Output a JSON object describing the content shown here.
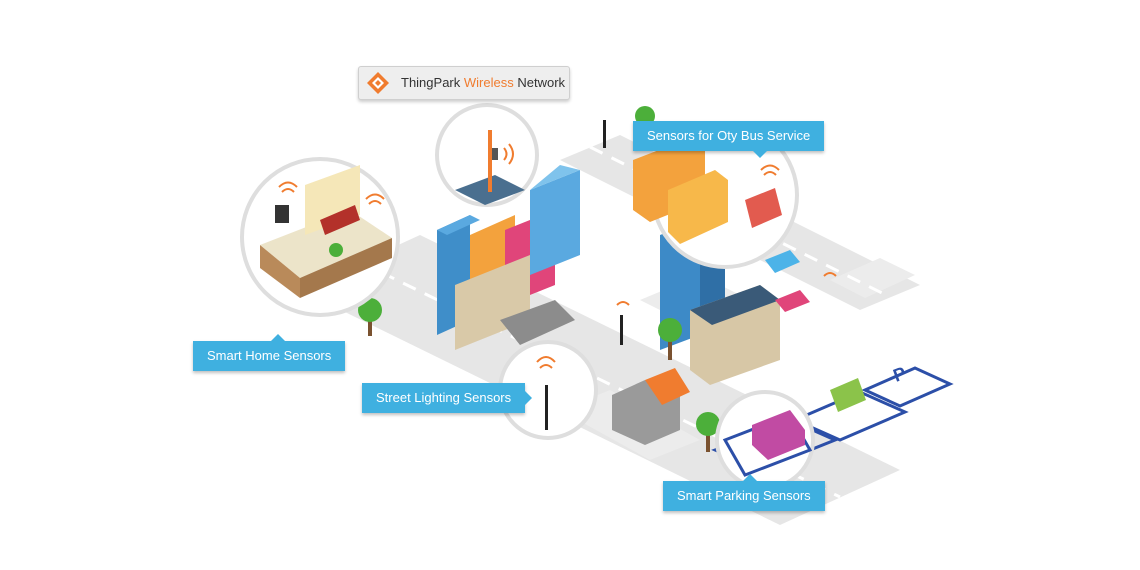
{
  "badge": {
    "brand": "ThingPark",
    "accent_word": "Wireless",
    "suffix": "Network"
  },
  "callouts": {
    "home": "Smart Home Sensors",
    "lighting": "Street Lighting Sensors",
    "bus": "Sensors for Oty Bus Service",
    "parking": "Smart Parking Sensors"
  },
  "parking_sign": "P",
  "colors": {
    "callout": "#3fb0e0",
    "accent": "#f07c2f",
    "road": "#e4e4e4",
    "tree": "#4caf3a"
  }
}
